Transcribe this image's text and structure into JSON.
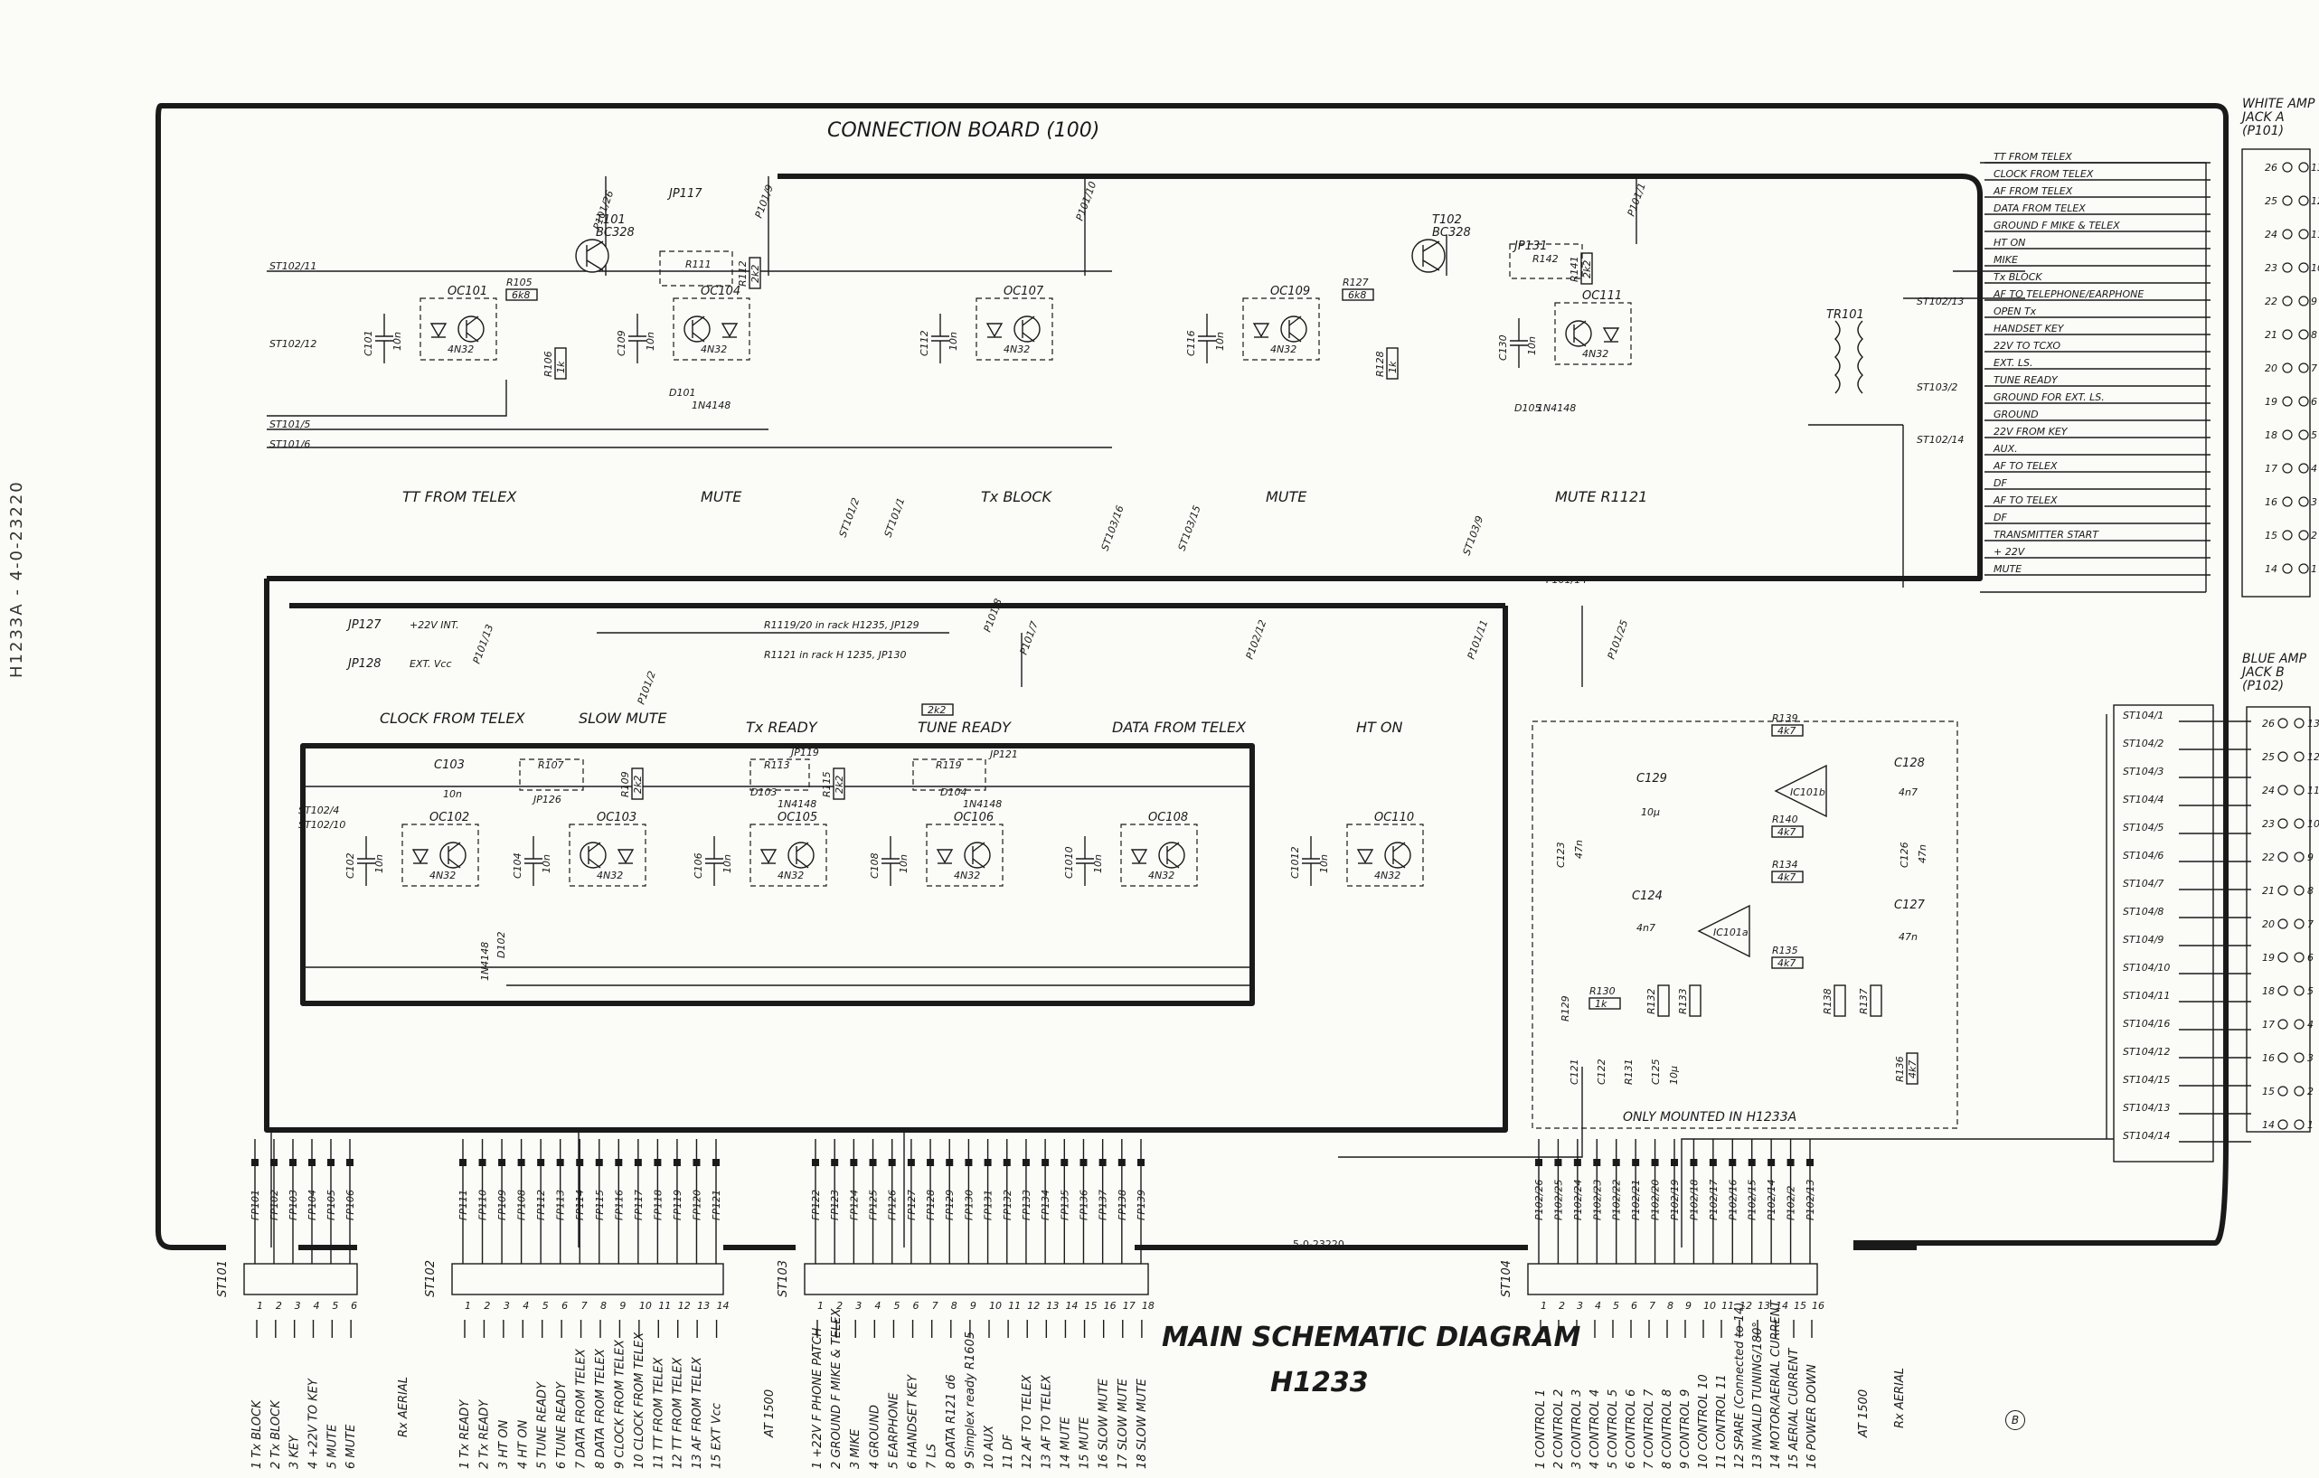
{
  "margin_code": "H1233A - 4-0-23220",
  "title_line1": "MAIN SCHEMATIC DIAGRAM",
  "title_line2": "H1233",
  "board_title": "CONNECTION BOARD (100)",
  "drawing_no": "5-0-23220",
  "corner_mark": "B",
  "only_mounted": "ONLY MOUNTED IN H1233A",
  "jack_a": {
    "title1": "WHITE AMP",
    "title2": "JACK A",
    "title3": "(P101)",
    "signals": [
      "TT FROM TELEX",
      "CLOCK FROM TELEX",
      "AF FROM TELEX",
      "DATA FROM TELEX",
      "GROUND F MIKE & TELEX",
      "HT ON",
      "MIKE",
      "Tx BLOCK",
      "AF TO TELEPHONE/EARPHONE",
      "OPEN Tx",
      "HANDSET KEY",
      "22V TO TCXO",
      "EXT. LS.",
      "TUNE READY",
      "GROUND FOR EXT. LS.",
      "GROUND",
      "22V FROM KEY",
      "AUX.",
      "AF TO TELEX",
      "DF",
      "AF TO TELEX",
      "DF",
      "TRANSMITTER START",
      "+ 22V",
      "MUTE"
    ],
    "pins": [
      {
        "a": "26",
        "b": "13"
      },
      {
        "a": "25",
        "b": "12"
      },
      {
        "a": "24",
        "b": "11"
      },
      {
        "a": "23",
        "b": "10"
      },
      {
        "a": "22",
        "b": "9"
      },
      {
        "a": "21",
        "b": "8"
      },
      {
        "a": "20",
        "b": "7"
      },
      {
        "a": "19",
        "b": "6"
      },
      {
        "a": "18",
        "b": "5"
      },
      {
        "a": "17",
        "b": "4"
      },
      {
        "a": "16",
        "b": "3"
      },
      {
        "a": "15",
        "b": "2"
      },
      {
        "a": "14",
        "b": "1"
      }
    ]
  },
  "jack_b": {
    "title1": "BLUE AMP",
    "title2": "JACK B",
    "title3": "(P102)",
    "labels": [
      "ST104/1",
      "ST104/2",
      "ST104/3",
      "ST104/4",
      "ST104/5",
      "ST104/6",
      "ST104/7",
      "ST104/8",
      "ST104/9",
      "ST104/10",
      "ST104/11",
      "ST104/16",
      "ST104/12",
      "ST104/15",
      "ST104/13",
      "ST104/14"
    ],
    "pins": [
      {
        "a": "26",
        "b": "13"
      },
      {
        "a": "25",
        "b": "12"
      },
      {
        "a": "24",
        "b": "11"
      },
      {
        "a": "23",
        "b": "10"
      },
      {
        "a": "22",
        "b": "9"
      },
      {
        "a": "21",
        "b": "8"
      },
      {
        "a": "20",
        "b": "7"
      },
      {
        "a": "19",
        "b": "6"
      },
      {
        "a": "18",
        "b": "5"
      },
      {
        "a": "17",
        "b": "4"
      },
      {
        "a": "16",
        "b": "3"
      },
      {
        "a": "15",
        "b": "2"
      },
      {
        "a": "14",
        "b": "1"
      }
    ]
  },
  "top_circuits": [
    {
      "oc": "OC101",
      "type": "4N32",
      "cap": "C101",
      "capv": "10n",
      "label": "TT FROM TELEX"
    },
    {
      "oc": "OC104",
      "type": "4N32",
      "cap": "C109",
      "capv": "10n",
      "label": "MUTE"
    },
    {
      "oc": "OC107",
      "type": "4N32",
      "cap": "C112",
      "capv": "10n",
      "label": "Tx BLOCK"
    },
    {
      "oc": "OC109",
      "type": "4N32",
      "cap": "C116",
      "capv": "10n",
      "label": "MUTE"
    },
    {
      "oc": "OC111",
      "type": "4N32",
      "cap": "C130",
      "capv": "10n",
      "label": "MUTE R1121"
    }
  ],
  "top_parts": {
    "t101": "T101",
    "t101_type": "BC328",
    "t102": "T102",
    "t102_type": "BC328",
    "r105": "R105",
    "r105v": "6k8",
    "r127": "R127",
    "r127v": "6k8",
    "r112": "R112",
    "r112v": "2k2",
    "r141": "R141",
    "r141v": "2k2",
    "r106": "R106",
    "r106v": "1k",
    "r128": "R128",
    "r128v": "1k",
    "d101": "D101",
    "d101t": "1N4148",
    "d105": "D105",
    "d105t": "1N4148",
    "jp117": "JP117",
    "r111": "R111",
    "jp131": "JP131",
    "r142": "R142",
    "tr101": "TR101"
  },
  "bottom_circuits": [
    {
      "oc": "OC102",
      "type": "4N32",
      "label": "CLOCK FROM TELEX"
    },
    {
      "oc": "OC103",
      "type": "4N32",
      "label": "SLOW MUTE"
    },
    {
      "oc": "OC105",
      "type": "4N32",
      "label": "Tx READY"
    },
    {
      "oc": "OC106",
      "type": "4N32",
      "label": "TUNE READY"
    },
    {
      "oc": "OC108",
      "type": "4N32",
      "label": "DATA FROM TELEX"
    },
    {
      "oc": "OC110",
      "type": "4N32",
      "label": "HT ON"
    }
  ],
  "bottom_parts": {
    "c103": "C103",
    "c103v": "10n",
    "r107": "R107",
    "jp126": "JP126",
    "r113": "R113",
    "jp119": "JP119",
    "r115": "R115",
    "r115v": "2k2",
    "r119": "R119",
    "jp121": "JP121",
    "r109": "R109",
    "r109v": "2k2",
    "d103": "D103",
    "d103t": "1N4148",
    "d104": "D104",
    "d104t": "1N4148",
    "r2k2": "2k2",
    "d102": "D102",
    "d102t": "1N4148"
  },
  "jumpers": {
    "jp127": "JP127",
    "plus22": "+22V INT.",
    "jp128": "JP128",
    "extvcc": "EXT. Vcc",
    "rnote1": "R1119/20 in rack H1235, JP129",
    "rnote2": "R1121 in rack H 1235, JP130"
  },
  "amp": {
    "r139": "R139",
    "r139v": "4k7",
    "r140": "R140",
    "r140v": "4k7",
    "r134": "R134",
    "r134v": "4k7",
    "r135": "R135",
    "r135v": "4k7",
    "c129": "C129",
    "c129v": "10μ",
    "c128": "C128",
    "c128v": "4n7",
    "c124": "C124",
    "c124v": "4n7",
    "c127": "C127",
    "c127v": "47n",
    "c126": "C126",
    "c126v": "47n",
    "c123": "C123",
    "c123v": "47n",
    "ic101b": "IC101b",
    "ic101a": "IC101a",
    "r130": "R130",
    "r130v": "1k",
    "r132": "R132",
    "r133": "R133",
    "r137": "R137",
    "r138": "R138",
    "r136": "R136",
    "r136v": "4k7",
    "c125": "C125",
    "c125v": "10μ",
    "c122": "C122",
    "c121": "C121",
    "r131": "R131",
    "r129": "R129"
  },
  "wire_labels": [
    "ST102/11",
    "ST102/12",
    "ST101/5",
    "ST101/6",
    "P101/26",
    "P101/9",
    "P101/10",
    "P101/1",
    "ST102/13",
    "ST103/2",
    "ST102/14",
    "P101/14",
    "P101/13",
    "P101/2",
    "P101/8",
    "P101/7",
    "P102/12",
    "P101/11",
    "P101/25",
    "ST102/4",
    "ST102/10",
    "ST101/2",
    "ST101/1",
    "ST103/16",
    "ST103/15",
    "ST103/9"
  ],
  "connectors": [
    {
      "name": "ST101",
      "fp": [
        "FP101",
        "FP102",
        "FP103",
        "FP104",
        "FP105",
        "FP106"
      ],
      "labels": [
        "1 Tx BLOCK",
        "2 Tx BLOCK",
        "3 KEY",
        "4 +22V TO KEY",
        "5 MUTE",
        "6 MUTE"
      ],
      "extra": "Rx AERIAL"
    },
    {
      "name": "ST102",
      "fp": [
        "FP111",
        "FP110",
        "FP109",
        "FP108",
        "FP112",
        "FP113",
        "FP114",
        "FP115",
        "FP116",
        "FP117",
        "FP118",
        "FP119",
        "FP120",
        "FP121"
      ],
      "labels": [
        "1 Tx READY",
        "2 Tx READY",
        "3 HT ON",
        "4 HT ON",
        "5 TUNE READY",
        "6 TUNE READY",
        "7 DATA FROM TELEX",
        "8 DATA FROM TELEX",
        "9 CLOCK FROM TELEX",
        "10 CLOCK FROM TELEX",
        "11 TT FROM TELEX",
        "12 TT FROM TELEX",
        "13 AF FROM TELEX",
        "15 EXT Vcc"
      ],
      "extra": "AT 1500"
    },
    {
      "name": "ST103",
      "fp": [
        "FP122",
        "FP123",
        "FP124",
        "FP125",
        "FP126",
        "FP127",
        "FP128",
        "FP129",
        "FP130",
        "FP131",
        "FP132",
        "FP133",
        "FP134",
        "FP135",
        "FP136",
        "FP137",
        "FP138",
        "FP139"
      ],
      "labels": [
        "1 +22V F PHONE PATCH",
        "2 GROUND F MIKE & TELEX",
        "3 MIKE",
        "4 GROUND",
        "5 EARPHONE",
        "6 HANDSET KEY",
        "7 LS",
        "8 DATA R121 d6",
        "9 Simplex ready R1605",
        "10 AUX",
        "11 DF",
        "12 AF TO TELEX",
        "13 AF TO TELEX",
        "14 MUTE",
        "15 MUTE",
        "16 SLOW MUTE",
        "17 SLOW MUTE",
        "18 SLOW MUTE"
      ],
      "extra": ""
    },
    {
      "name": "ST104",
      "fp": [
        "P102/26",
        "P102/25",
        "P102/24",
        "P102/23",
        "P102/22",
        "P102/21",
        "P102/20",
        "P102/19",
        "P102/18",
        "P102/17",
        "P102/16",
        "P102/15",
        "P102/14",
        "P102/2",
        "P102/13"
      ],
      "labels": [
        "1 CONTROL 1",
        "2 CONTROL 2",
        "3 CONTROL 3",
        "4 CONTROL 4",
        "5 CONTROL 5",
        "6 CONTROL 6",
        "7 CONTROL 7",
        "8 CONTROL 8",
        "9 CONTROL 9",
        "10 CONTROL 10",
        "11 CONTROL 11",
        "12 SPARE (Connected to 14)",
        "13 INVALID TUNING/180°",
        "14 MOTOR/AERIAL CURRENT",
        "15 AERIAL CURRENT",
        "16 POWER DOWN"
      ],
      "extra": "AT 1500"
    }
  ],
  "ext_labels": {
    "rx_aerial_right": "Rx AERIAL"
  }
}
